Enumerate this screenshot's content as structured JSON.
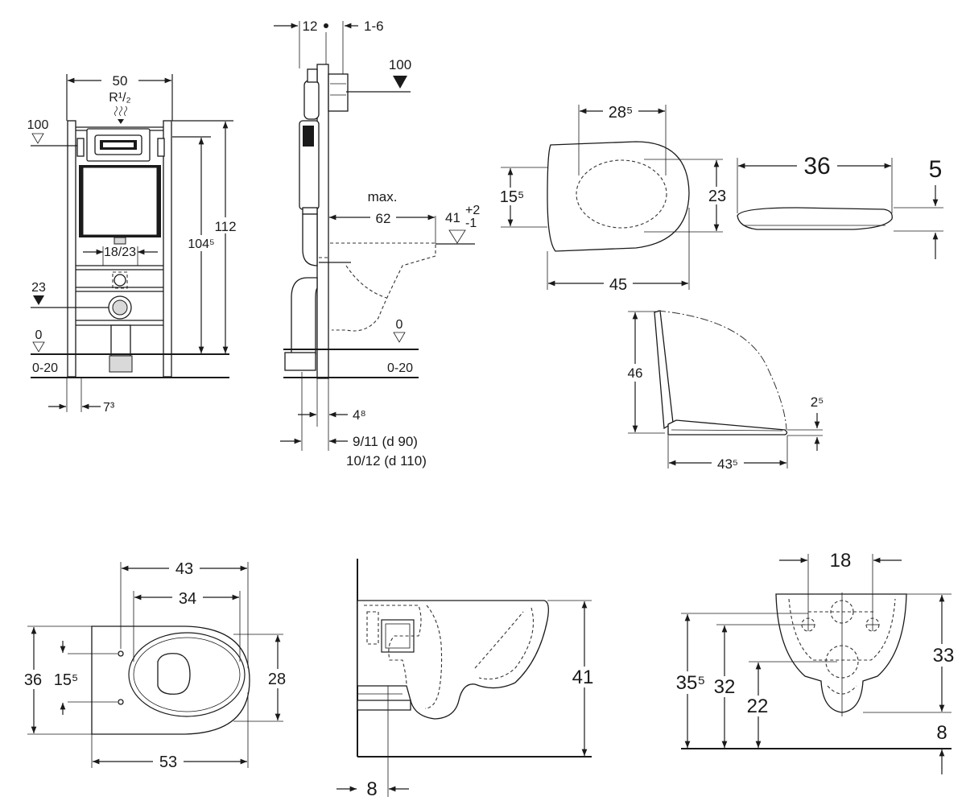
{
  "frame": {
    "width_label": "50",
    "connection_label": "R¹/₂",
    "level_top_label": "100",
    "height_outer_label": "112",
    "height_inner_label": "104⁵",
    "spacing_label": "18/23",
    "level_drain_label": "23",
    "level_floor_label": "0",
    "floor_range_label": "0-20",
    "foot_offset_label": "7³"
  },
  "side": {
    "depth_label": "12",
    "range_label": "1-6",
    "level_top_label": "100",
    "max_label": "max.",
    "projection_label": "62",
    "height_label": "41",
    "tol_plus_label": "+2",
    "tol_minus_label": "-1",
    "level_floor_label": "0",
    "floor_range_label": "0-20",
    "offset_label": "4⁸",
    "pipe_label_1": "9/11 (d 90)",
    "pipe_label_2": "10/12 (d 110)"
  },
  "seat_top": {
    "width_top_label": "28⁵",
    "left_height_label": "15⁵",
    "right_height_label": "23",
    "width_bottom_label": "45"
  },
  "seat_side": {
    "length_label": "36",
    "thickness_label": "5"
  },
  "seat_open": {
    "height_label": "46",
    "gap_label": "2⁵",
    "length_label": "43⁵"
  },
  "bowl_top": {
    "outer_width_label": "43",
    "inner_width_label": "34",
    "height_label": "36",
    "bolt_spacing_label": "15⁵",
    "bowl_height_label": "28",
    "length_label": "53"
  },
  "bowl_side": {
    "height_label": "41",
    "offset_label": "8"
  },
  "bowl_front": {
    "spacing_label": "18",
    "left_height_label": "35⁵",
    "mid_height_label": "32",
    "inner_height_label": "22",
    "right_height_label": "33",
    "base_label": "8"
  }
}
